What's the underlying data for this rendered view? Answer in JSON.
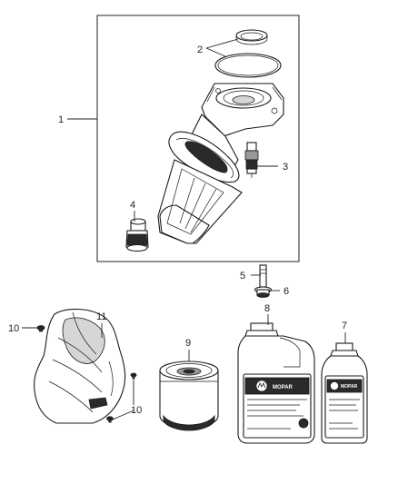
{
  "callouts": [
    {
      "id": "c1",
      "number": "1"
    },
    {
      "id": "c2",
      "number": "2"
    },
    {
      "id": "c3",
      "number": "3"
    },
    {
      "id": "c4",
      "number": "4"
    },
    {
      "id": "c5",
      "number": "5"
    },
    {
      "id": "c6",
      "number": "6"
    },
    {
      "id": "c7",
      "number": "7"
    },
    {
      "id": "c8",
      "number": "8"
    },
    {
      "id": "c9",
      "number": "9"
    },
    {
      "id": "c10a",
      "number": "10"
    },
    {
      "id": "c10b",
      "number": "10"
    },
    {
      "id": "c11",
      "number": "11"
    }
  ],
  "labels": {
    "brand_large": "MOPAR",
    "brand_small": "MOPAR"
  }
}
